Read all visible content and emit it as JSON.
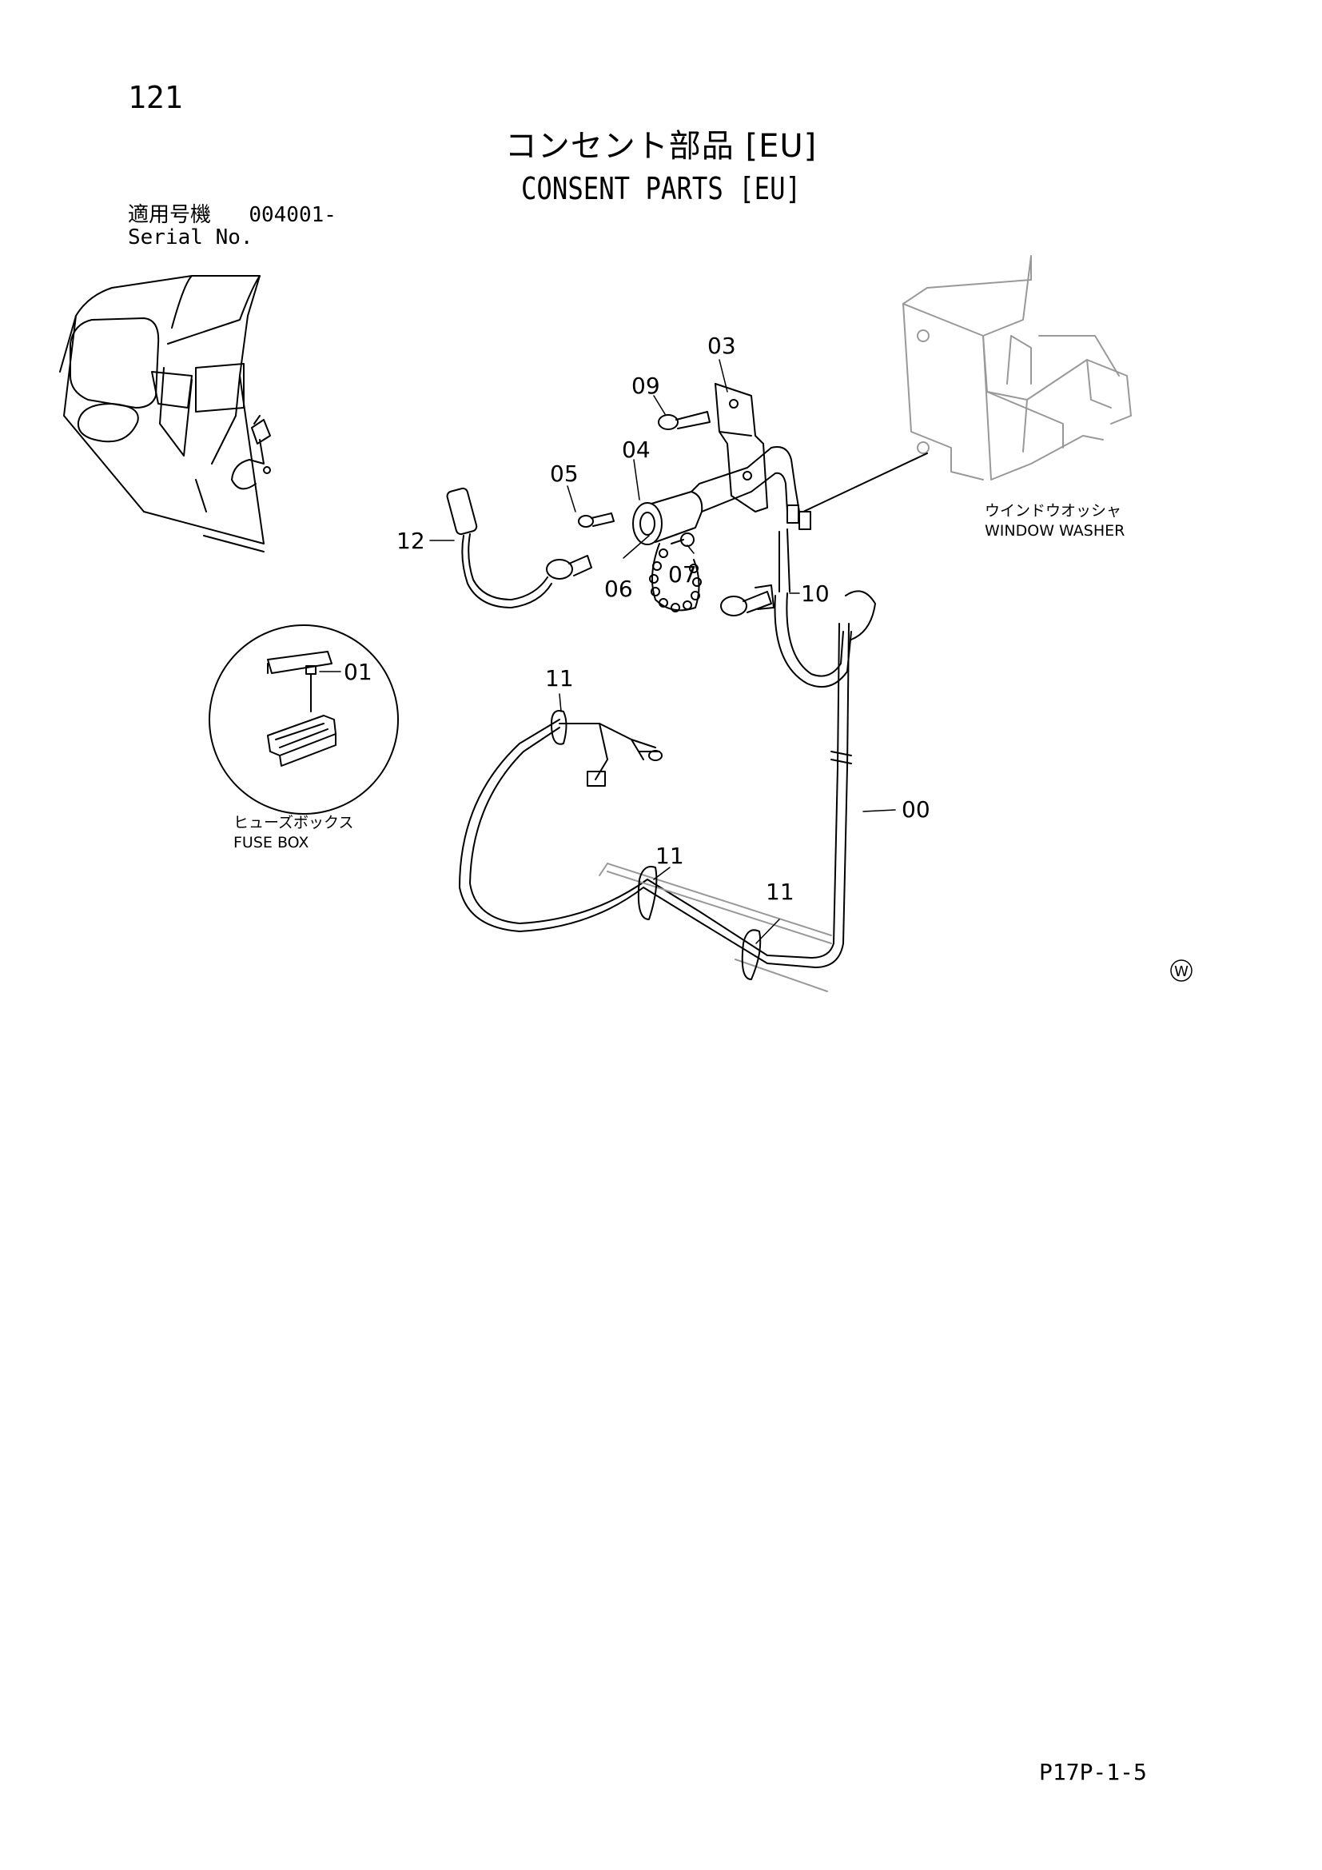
{
  "page_number": "121",
  "title": {
    "jp": "コンセント部品 [EU]",
    "en": "CONSENT PARTS [EU]"
  },
  "serial": {
    "label_jp": "適用号機",
    "value": "004001-",
    "label_en": "Serial No."
  },
  "labels": {
    "window_washer_jp": "ウインドウオッシャ",
    "window_washer_en": "WINDOW WASHER",
    "fuse_box_jp": "ヒューズボックス",
    "fuse_box_en": "FUSE BOX"
  },
  "callouts": [
    "00",
    "01",
    "03",
    "04",
    "05",
    "06",
    "07",
    "09",
    "10",
    "11",
    "12"
  ],
  "watermark_symbol": "W",
  "footer_code": "P17P-1-5"
}
